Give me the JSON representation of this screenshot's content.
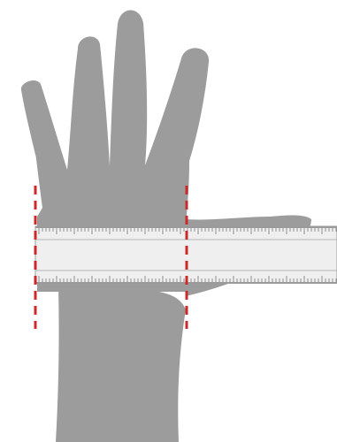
{
  "colors": {
    "background": "#ffffff",
    "hand": "#9c9c9c",
    "tape_fill": "#efefef",
    "tape_edge": "#9a9a9a",
    "tick": "#8f8f8f",
    "guide": "#cc2a2a"
  },
  "icons": {
    "hand": "open-hand-palm",
    "tape": "measuring-tape",
    "guide": "dashed-measure-line"
  }
}
